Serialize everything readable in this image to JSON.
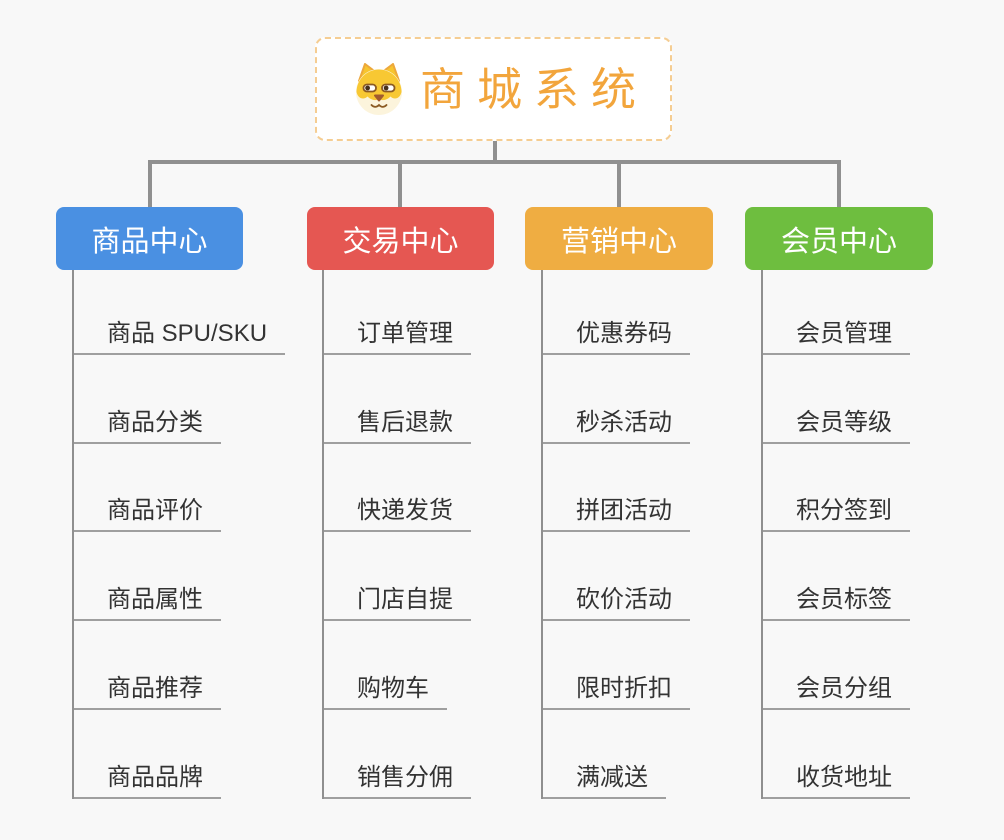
{
  "root": {
    "title": "商城系统",
    "icon": "shiba-dog"
  },
  "branches": [
    {
      "label": "商品中心",
      "color": "#4A90E2",
      "children": [
        "商品 SPU/SKU",
        "商品分类",
        "商品评价",
        "商品属性",
        "商品推荐",
        "商品品牌"
      ]
    },
    {
      "label": "交易中心",
      "color": "#E55752",
      "children": [
        "订单管理",
        "售后退款",
        "快递发货",
        "门店自提",
        "购物车",
        "销售分佣"
      ]
    },
    {
      "label": "营销中心",
      "color": "#EFAD42",
      "children": [
        "优惠券码",
        "秒杀活动",
        "拼团活动",
        "砍价活动",
        "限时折扣",
        "满减送"
      ]
    },
    {
      "label": "会员中心",
      "color": "#6EBE3F",
      "children": [
        "会员管理",
        "会员等级",
        "积分签到",
        "会员标签",
        "会员分组",
        "收货地址"
      ]
    }
  ],
  "accents": {
    "root_text": "#F2A53C",
    "root_border": "#F5CD92",
    "connector_line": "#909090",
    "leaf_line": "#9F9F9F",
    "leaf_text": "#333333",
    "background": "#F8F8F8"
  }
}
